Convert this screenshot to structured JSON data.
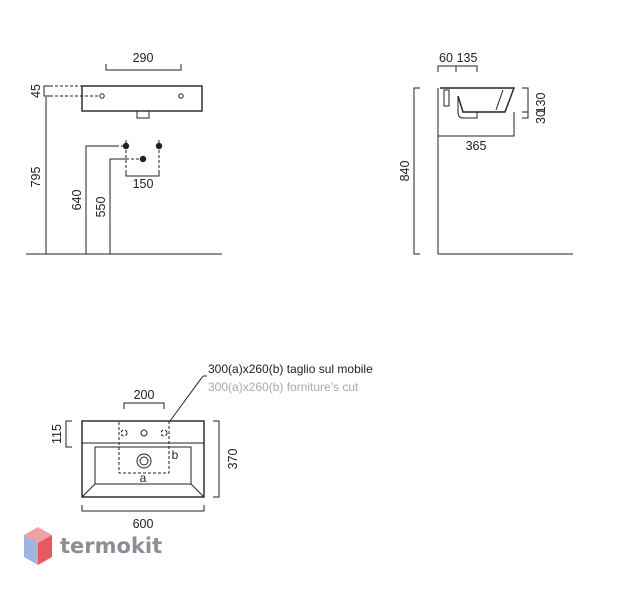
{
  "front_view": {
    "width_290": "290",
    "offset_45": "45",
    "height_795": "795",
    "height_640": "640",
    "height_550": "550",
    "spacing_150": "150"
  },
  "side_view": {
    "depth_60": "60",
    "depth_135": "135",
    "height_30": "30",
    "height_130": "130",
    "height_840": "840",
    "depth_365": "365"
  },
  "top_view": {
    "note_main": "300(a)x260(b) taglio sul mobile",
    "note_sub": "300(a)x260(b) forniture's cut",
    "width_200": "200",
    "depth_115": "115",
    "depth_370": "370",
    "width_600": "600",
    "label_a": "a",
    "label_b": "b"
  },
  "logo": {
    "text": "termokit",
    "colors": {
      "top": "#f0a0a4",
      "left": "#9fb4e0",
      "right": "#e9575f"
    }
  }
}
